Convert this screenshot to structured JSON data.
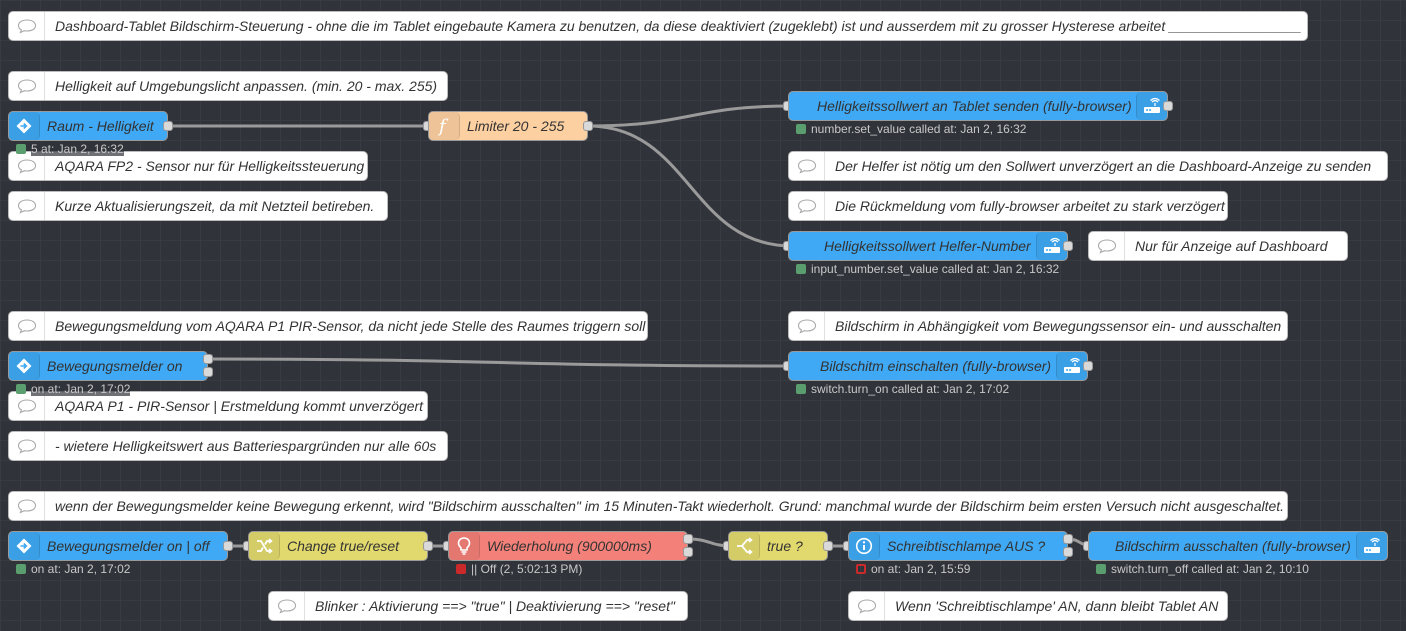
{
  "comments": {
    "c1": "Dashboard-Tablet Bildschirm-Steuerung - ohne die im Tablet eingebaute Kamera zu benutzen, da diese deaktiviert (zugeklebt) ist und ausserdem mit zu grosser Hysterese arbeitet _________________",
    "c2": "Helligkeit auf Umgebungslicht anpassen. (min. 20 - max. 255)",
    "c3": "AQARA FP2 - Sensor nur für Helligkeitssteuerung",
    "c4": "Kurze Aktualisierungszeit, da mit Netzteil betireben.",
    "c5": "Der Helfer ist nötig um den Sollwert unverzögert an die Dashboard-Anzeige zu senden",
    "c6": "Die Rückmeldung vom fully-browser arbeitet zu stark verzögert",
    "c7": "Nur für Anzeige auf Dashboard",
    "c8": "Bewegungsmeldung vom AQARA P1 PIR-Sensor, da nicht jede Stelle des Raumes triggern soll",
    "c9": "Bildschirm in Abhängigkeit vom Bewegungssensor ein- und ausschalten",
    "c10": "AQARA P1 - PIR-Sensor | Erstmeldung kommt unverzögert",
    "c11": "- wietere Helligkeitswert aus Batteriespargründen nur alle 60s",
    "c12": "wenn der Bewegungsmelder keine Bewegung erkennt, wird \"Bildschirm ausschalten\" im 15 Minuten-Takt wiederholt. Grund: manchmal wurde der Bildschirm beim ersten Versuch nicht ausgeschaltet.",
    "c13": "Blinker : Aktivierung ==> \"true\" | Deaktivierung ==> \"reset\"",
    "c14": "Wenn 'Schreibtischlampe' AN, dann bleibt Tablet AN"
  },
  "nodes": {
    "raum_helligkeit": {
      "label": "Raum - Helligkeit",
      "status": "5 at: Jan 2, 16:32",
      "icon": "ha-state-icon"
    },
    "limiter": {
      "label": "Limiter 20 - 255",
      "icon": "function-icon"
    },
    "hell_tablet": {
      "label": "Helligkeitssollwert an Tablet senden (fully-browser)",
      "status": "number.set_value called at: Jan 2, 16:32",
      "icon": "ha-service-icon"
    },
    "hell_helfer": {
      "label": "Helligkeitssollwert Helfer-Number",
      "status": "input_number.set_value called at: Jan 2, 16:32",
      "icon": "ha-service-icon"
    },
    "bew_on": {
      "label": "Bewegungsmelder on",
      "status": "on at: Jan 2, 17:02",
      "icon": "ha-state-icon"
    },
    "bild_ein": {
      "label": "Bildschitm einschalten (fully-browser)",
      "status": "switch.turn_on called at: Jan 2, 17:02",
      "icon": "ha-service-icon"
    },
    "bew_onoff": {
      "label": "Bewegungsmelder on | off",
      "status": "on at: Jan 2, 17:02",
      "icon": "ha-state-icon"
    },
    "change": {
      "label": "Change true/reset",
      "icon": "change-icon"
    },
    "wiederholung": {
      "label": "Wiederholung (900000ms)",
      "status": "|| Off (2, 5:02:13 PM)",
      "icon": "bulb-icon"
    },
    "switch_true": {
      "label": "true ?",
      "icon": "switch-icon"
    },
    "schreibtisch": {
      "label": "Schreibtischlampe AUS ?",
      "status": "on at: Jan 2, 15:59",
      "icon": "info-icon"
    },
    "bild_aus": {
      "label": "Bildschirm ausschalten (fully-browser)",
      "status": "switch.turn_off called at: Jan 2, 10:10",
      "icon": "ha-service-icon"
    }
  },
  "colors": {
    "canvas": "#30333a",
    "ha_node": "#3fa9f5",
    "function_node": "#fdd0a2",
    "change_node": "#e2d96e",
    "trigger_node": "#f38079",
    "status_green": "#5a9e6f",
    "status_red": "#cc2a2a"
  }
}
